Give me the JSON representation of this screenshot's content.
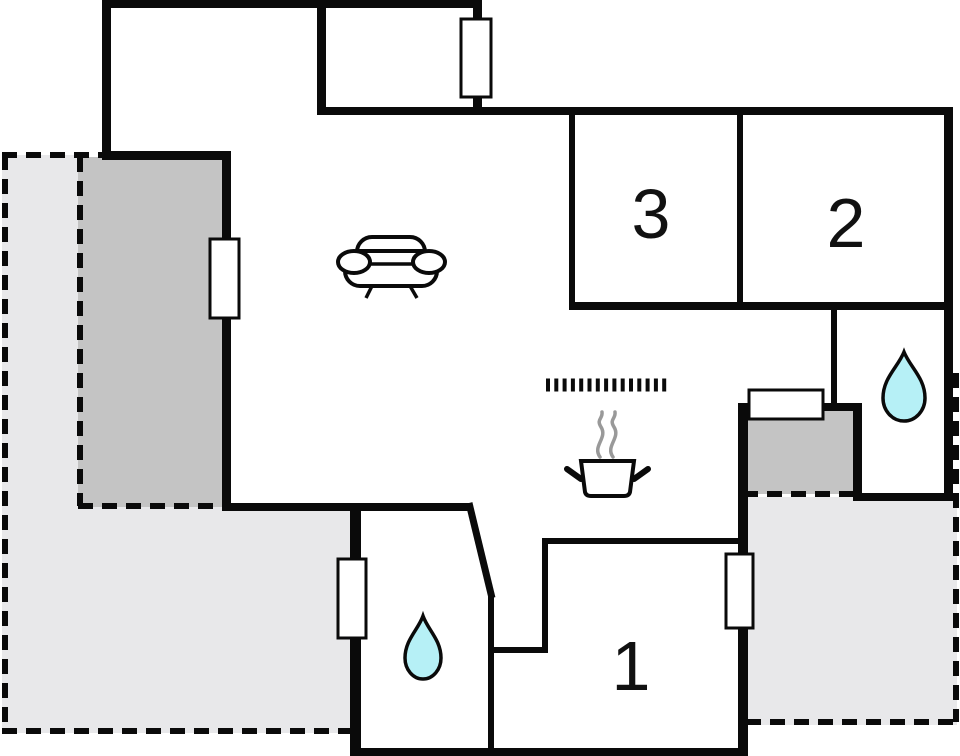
{
  "plan": {
    "kind": "floor-plan",
    "rooms": [
      {
        "label": "1"
      },
      {
        "label": "2"
      },
      {
        "label": "3"
      }
    ]
  },
  "icons": {
    "sofa": "sofa-icon",
    "cooking_pot": "cooking-pot-icon",
    "steam": "steam-icon",
    "water_drop_top_bathroom": "water-drop-icon",
    "water_drop_bottom_bathroom": "water-drop-icon",
    "hob_marker": "hob-dotted-marker-icon",
    "windows": [
      "window-icon",
      "window-icon",
      "window-icon",
      "window-icon",
      "window-icon"
    ]
  },
  "colors": {
    "wall": "#0a0a0a",
    "label": "#111111",
    "terrace_light": "#e8e8ea",
    "terrace_dark": "#c4c4c4",
    "water": "#b6f0f6",
    "steam": "#999999",
    "window_fill": "#ffffff",
    "room_fill": "#ffffff"
  }
}
